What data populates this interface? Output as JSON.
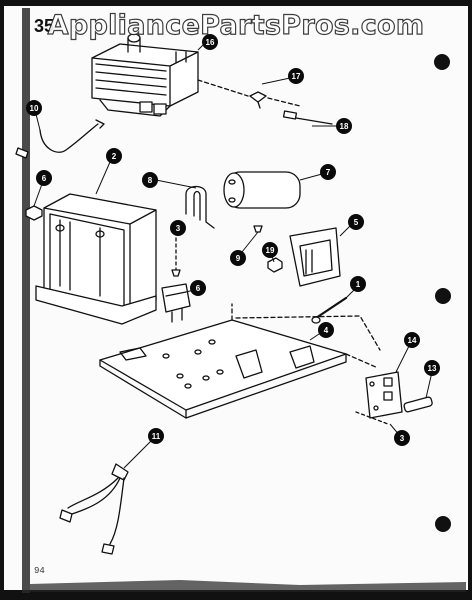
{
  "watermark": "AppliancePartsPros.com",
  "page_code": "35",
  "bottom_code": "94",
  "callouts": [
    {
      "id": "magnetron",
      "label": "16"
    },
    {
      "id": "thermal-protector",
      "label": "17"
    },
    {
      "id": "fuse-holder",
      "label": "18"
    },
    {
      "id": "wire-lead",
      "label": "10"
    },
    {
      "id": "transformer",
      "label": "2"
    },
    {
      "id": "nut-left",
      "label": "6"
    },
    {
      "id": "capacitor-bracket",
      "label": "8"
    },
    {
      "id": "capacitor",
      "label": "7"
    },
    {
      "id": "screw-3",
      "label": "3"
    },
    {
      "id": "washer",
      "label": "9"
    },
    {
      "id": "nut-19",
      "label": "19"
    },
    {
      "id": "diode",
      "label": "5"
    },
    {
      "id": "switch",
      "label": "6"
    },
    {
      "id": "bolt",
      "label": "1"
    },
    {
      "id": "base-plate",
      "label": "4"
    },
    {
      "id": "fuse-block",
      "label": "14"
    },
    {
      "id": "fuse",
      "label": "13"
    },
    {
      "id": "fuse-bracket",
      "label": "3"
    },
    {
      "id": "wire-harness",
      "label": "11"
    }
  ],
  "colors": {
    "ink": "#111111",
    "paper": "#fbfbfb",
    "badge": "#0a0a0a"
  }
}
